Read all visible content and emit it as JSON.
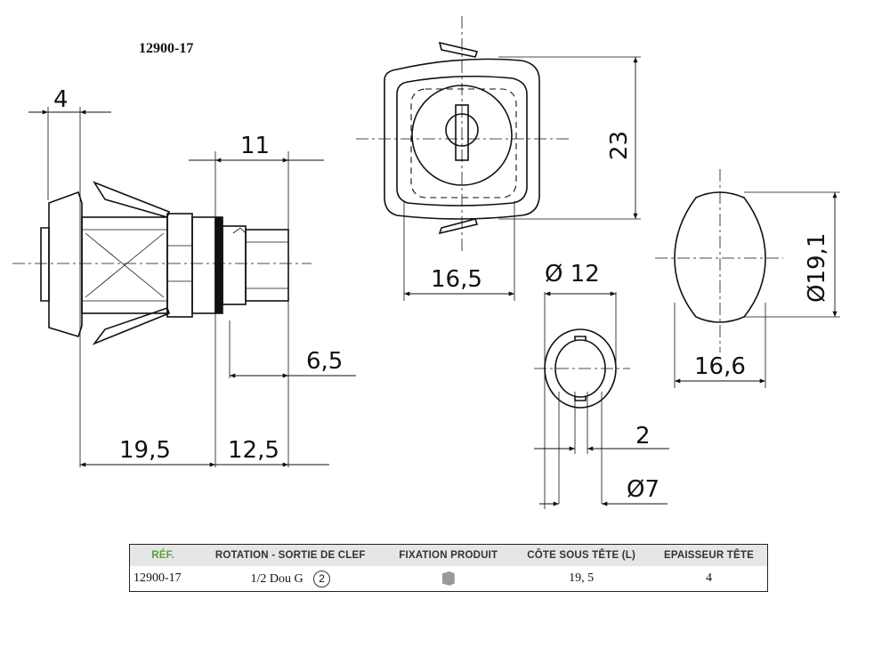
{
  "reference_title": "12900-17",
  "dimensions": {
    "side_view": {
      "head_thickness": "4",
      "body_length": "11",
      "protrusion": "6,5",
      "under_head": "19,5",
      "total_back": "12,5"
    },
    "front_view": {
      "height": "23",
      "width": "16,5"
    },
    "bore_view": {
      "outer_diameter": "Ø 12",
      "slot_width": "2",
      "inner_diameter": "Ø7"
    },
    "cutout_view": {
      "diameter": "Ø19,1",
      "width": "16,6"
    }
  },
  "table": {
    "headers": {
      "ref": "RÉF.",
      "rotation": "ROTATION - SORTIE DE CLEF",
      "fixation": "FIXATION PRODUIT",
      "cote": "CÔTE SOUS TÊTE (L)",
      "epaisseur": "EPAISSEUR TÊTE"
    },
    "row": {
      "ref": "12900-17",
      "rotation": "1/2 Dou G",
      "rotation_marker": "2",
      "fixation_icon": "clip-icon",
      "cote": "19, 5",
      "epaisseur": "4"
    }
  }
}
